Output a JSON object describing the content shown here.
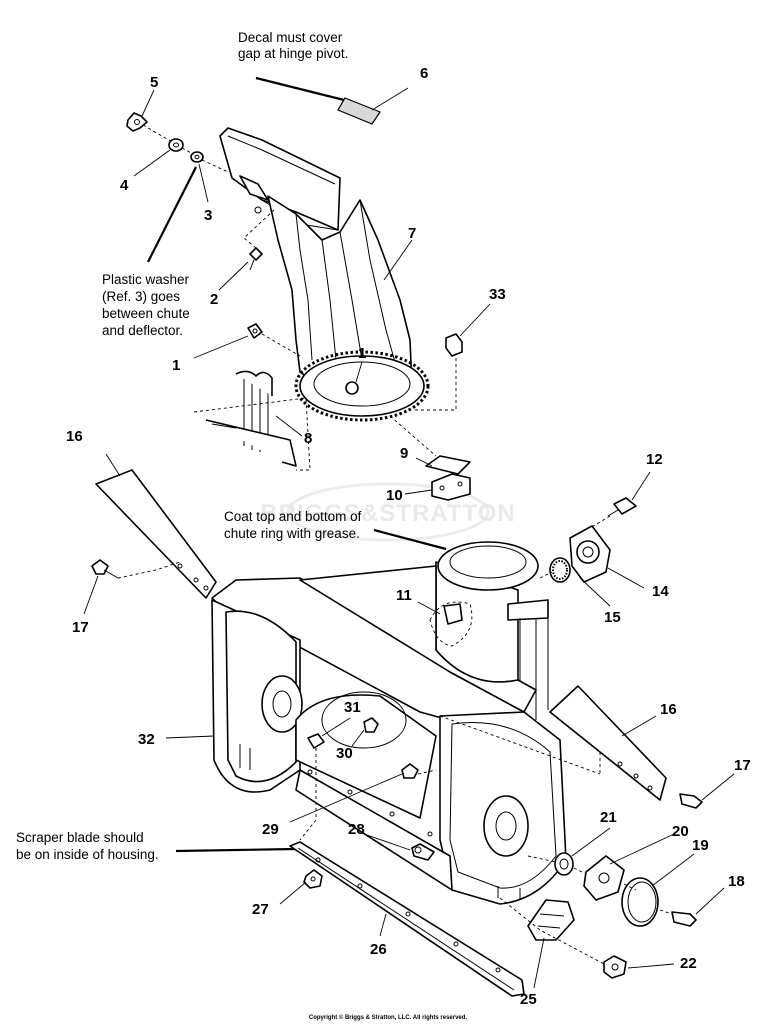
{
  "notes": {
    "decal_line1": "Decal must cover",
    "decal_line2": "gap at hinge pivot.",
    "washer_line1": "Plastic washer",
    "washer_line2": "(Ref. 3) goes",
    "washer_line3": "between chute",
    "washer_line4": "and deflector.",
    "grease_line1": "Coat top and bottom of",
    "grease_line2": "chute ring with grease.",
    "scraper_line1": "Scraper blade should",
    "scraper_line2": "be on inside of housing."
  },
  "callouts": {
    "c1a": "1",
    "c1b": "1",
    "c2": "2",
    "c3": "3",
    "c4": "4",
    "c5": "5",
    "c6": "6",
    "c7": "7",
    "c8": "8",
    "c9": "9",
    "c10": "10",
    "c11": "11",
    "c12": "12",
    "c14": "14",
    "c15": "15",
    "c16a": "16",
    "c16b": "16",
    "c17a": "17",
    "c17b": "17",
    "c18": "18",
    "c19": "19",
    "c20": "20",
    "c21": "21",
    "c22": "22",
    "c25": "25",
    "c26": "26",
    "c27": "27",
    "c28": "28",
    "c29": "29",
    "c30": "30",
    "c31": "31",
    "c32": "32",
    "c33": "33"
  },
  "watermark": "BRIGGS&STRATTON",
  "copyright": "Copyright © Briggs & Stratton, LLC. All rights reserved."
}
